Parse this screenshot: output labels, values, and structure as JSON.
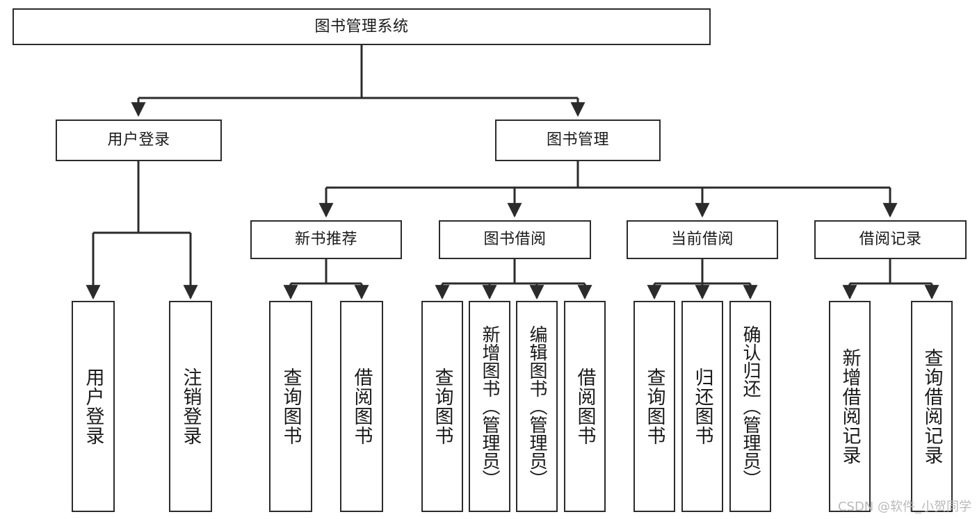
{
  "diagram": {
    "title": "图书管理系统",
    "watermark": "CSDN @软件_小贺同学",
    "stroke_color": "#2b2b2b",
    "fill_color": "#ffffff",
    "text_color": "#1a1a1a",
    "watermark_color": "#b9b9b9"
  },
  "nodes": {
    "root": {
      "label": "图书管理系统"
    },
    "level2": [
      {
        "label": "用户登录"
      },
      {
        "label": "图书管理"
      }
    ],
    "level3": [
      {
        "label": "新书推荐"
      },
      {
        "label": "图书借阅"
      },
      {
        "label": "当前借阅"
      },
      {
        "label": "借阅记录"
      }
    ],
    "leaves": {
      "user_login": [
        {
          "label": "用户登录"
        },
        {
          "label": "注销登录"
        }
      ],
      "new_book": [
        {
          "label": "查询图书"
        },
        {
          "label": "借阅图书"
        }
      ],
      "book_borrow": [
        {
          "label": "查询图书"
        },
        {
          "label": "新增图书（管理员）"
        },
        {
          "label": "编辑图书（管理员）"
        },
        {
          "label": "借阅图书"
        }
      ],
      "current_borrow": [
        {
          "label": "查询图书"
        },
        {
          "label": "归还图书"
        },
        {
          "label": "确认归还（管理员）"
        }
      ],
      "borrow_record": [
        {
          "label": "新增借阅记录"
        },
        {
          "label": "查询借阅记录"
        }
      ]
    }
  }
}
